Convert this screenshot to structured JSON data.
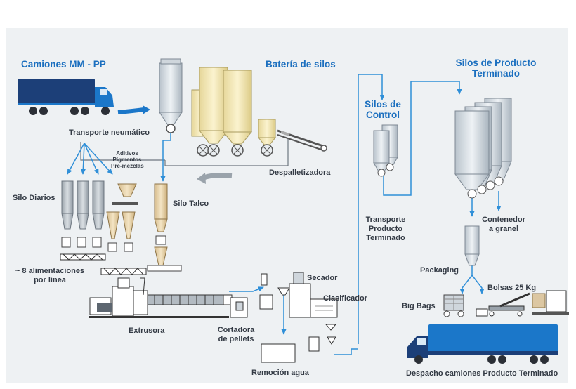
{
  "colors": {
    "background": "#eef1f3",
    "accent_blue": "#1b6fbf",
    "flow_line": "#2f8fd8",
    "text_dark": "#333a44",
    "silo_cream": "#f5ebbf",
    "truck_navy": "#1c3f78",
    "truck_blue": "#1b77c9"
  },
  "labels": {
    "camiones": "Camiones MM - PP",
    "bateria": "Batería de silos",
    "silos_producto_l1": "Silos de Producto",
    "silos_producto_l2": "Terminado",
    "silos_control_l1": "Silos de",
    "silos_control_l2": "Control",
    "transporte_neumatico": "Transporte neumático",
    "aditivos_l1": "Aditivos",
    "aditivos_l2": "Pigmentos",
    "aditivos_l3": "Pre-mezclas",
    "despalletizadora": "Despalletizadora",
    "silo_diarios": "Silo Diarios",
    "silo_talco": "Silo Talco",
    "transporte_producto_l1": "Transporte",
    "transporte_producto_l2": "Producto",
    "transporte_producto_l3": "Terminado",
    "contenedor_l1": "Contenedor",
    "contenedor_l2": "a granel",
    "alimentaciones_l1": "~ 8 alimentaciones",
    "alimentaciones_l2": "por línea",
    "packaging": "Packaging",
    "secador": "Secador",
    "bolsas": "Bolsas 25 Kg",
    "clasificador": "Clasificador",
    "big_bags": "Big Bags",
    "extrusora": "Extrusora",
    "cortadora_l1": "Cortadora",
    "cortadora_l2": "de pellets",
    "remocion": "Remoción agua",
    "despacho": "Despacho camiones Producto Terminado"
  },
  "icons": [
    "truck-icon",
    "silo-icon",
    "rotary-valve-icon",
    "hopper-icon",
    "conveyor-icon",
    "extruder-icon",
    "dryer-icon",
    "big-bag-icon",
    "arrow-icon"
  ]
}
